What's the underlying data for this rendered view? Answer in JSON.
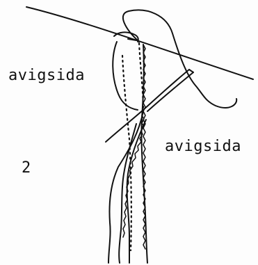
{
  "labels": {
    "left": "avigsida",
    "right": "avigsida",
    "figure_number": "2"
  }
}
